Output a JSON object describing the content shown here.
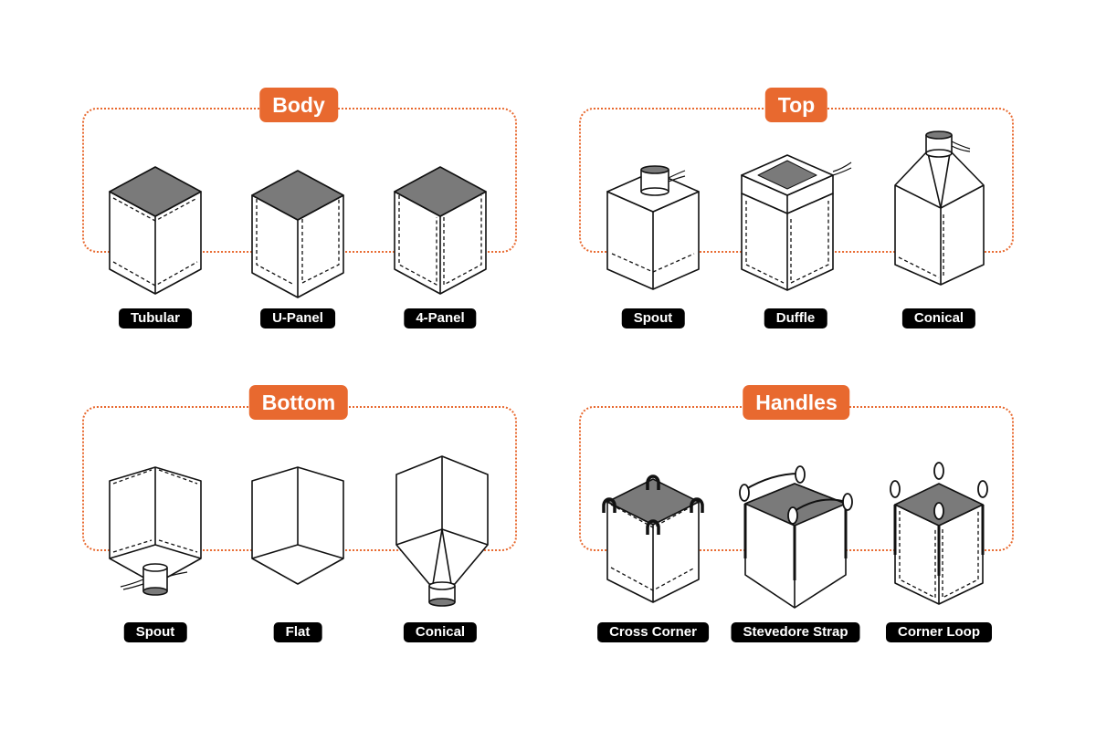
{
  "sections": [
    {
      "title": "Body",
      "items": [
        "Tubular",
        "U-Panel",
        "4-Panel"
      ]
    },
    {
      "title": "Top",
      "items": [
        "Spout",
        "Duffle",
        "Conical"
      ]
    },
    {
      "title": "Bottom",
      "items": [
        "Spout",
        "Flat",
        "Conical"
      ]
    },
    {
      "title": "Handles",
      "items": [
        "Cross Corner",
        "Stevedore Strap",
        "Corner Loop"
      ]
    }
  ],
  "colors": {
    "accent": "#E8692F",
    "label_bg": "#000000",
    "top_face": "#7a7a7a"
  }
}
